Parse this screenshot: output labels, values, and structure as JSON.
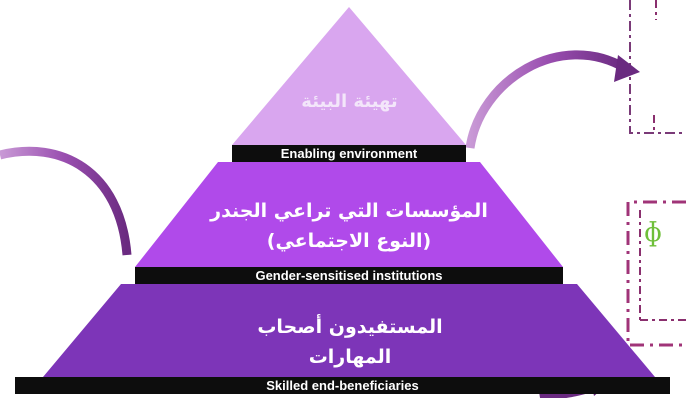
{
  "levels": [
    {
      "arabic": "تهيئة البيئة",
      "english": "Enabling environment"
    },
    {
      "arabic": "المؤسسات التي تراعي الجندر (النوع الاجتماعي)",
      "english": "Gender-sensitised institutions"
    },
    {
      "arabic": "المستفيدون أصحاب المهارات",
      "english": "Skilled end-beneficiaries"
    }
  ],
  "side_glyph": "ɸ",
  "colors": {
    "top": "#d9a6ef",
    "middle": "#b04aea",
    "bottom": "#7d35b8",
    "bar": "#0d0d0d",
    "arrow": "#9a4fb0",
    "dashed_border": "#a03478",
    "glyph": "#6fbf3a"
  }
}
